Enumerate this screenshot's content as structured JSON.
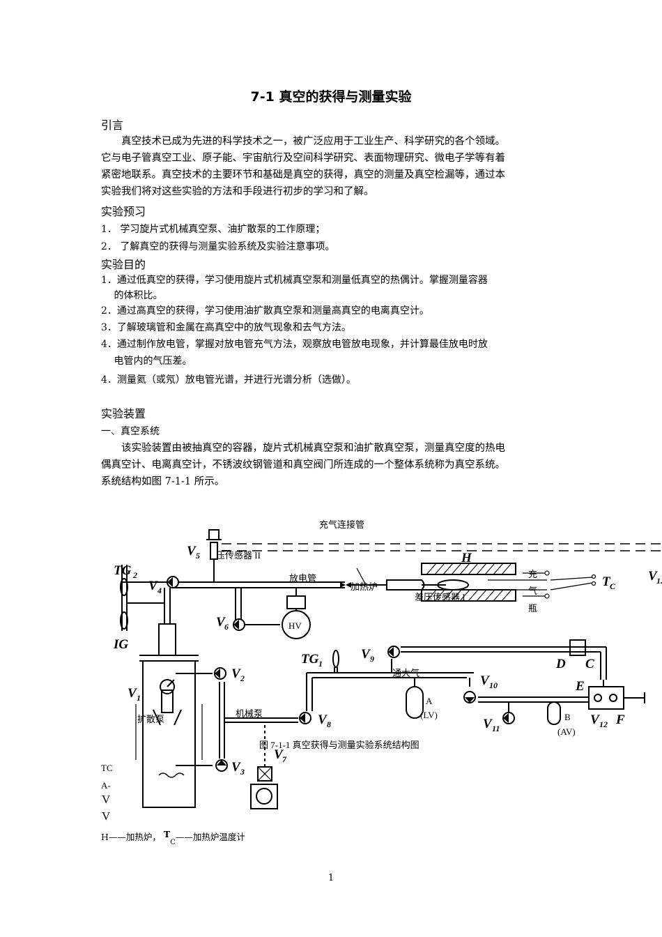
{
  "title": "7-1  真空的获得与测量实验",
  "intro": {
    "heading": "引言",
    "lines": [
      "　　真空技术已成为先进的科学技术之一，被广泛应用于工业生产、科学研究的各个领域。",
      "它与电子管真空工业、原子能、宇宙航行及空间科学研究、表面物理研究、微电子学等有着",
      "紧密地联系。真空技术的主要环节和基础是真空的获得，真空的测量及真空检漏等，通过本",
      "实验我们将对这些实验的方法和手段进行初步的学习和了解。"
    ]
  },
  "preview": {
    "heading": "实验预习",
    "items": [
      "1．  学习旋片式机械真空泵、油扩散泵的工作原理；",
      "2．  了解真空的获得与测量实验系统及实验注意事项。"
    ]
  },
  "purpose": {
    "heading": "实验目的",
    "items": [
      "1．通过低真空的获得，学习使用旋片式机械真空泵和测量低真空的热偶计。掌握测量容器",
      "　 的体积比。",
      "2．通过高真空的获得，学习使用油扩散真空泵和测量高真空的电离真空计。",
      "3．了解玻璃管和金属在高真空中的放气现象和去气方法。",
      "4．通过制作放电管，掌握对放电管充气方法，观察放电管放电现象，并计算最佳放电时放",
      "　 电管内的气压差。",
      "4．测量氦（或氖）放电管光谱，并进行光谱分析（选做）。"
    ]
  },
  "apparatus": {
    "heading": "实验装置",
    "subheading": "一、真空系统",
    "lines": [
      "　　该实验装置由被抽真空的容器，旋片式机械真空泵和油扩散真空泵，测量真空度的热电",
      "偶真空计、电离真空计，不锈波纹钢管道和真空阀门所连成的一个整体系统称为真空系统。",
      "系统结构如图 7-1-1 所示。"
    ]
  },
  "figure": {
    "caption": "图 7-1-1  真空获得与测量实验系统结构图",
    "labels": {
      "gas_pipe": "充气连接管",
      "sensor2": "压传感器 II",
      "discharge_tube": "放电管",
      "heating_furnace": "加热炉",
      "diff_sensor": "差压传感器 I",
      "gas_bottle_1": "充",
      "gas_bottle_2": "气",
      "gas_bottle_3": "瓶",
      "to_air": "通大气",
      "mech_pump": "机械泵",
      "diff_pump": "扩散泵",
      "HV": "HV",
      "A": "A",
      "LV": "(LV)",
      "B": "B",
      "AV": "(AV)",
      "H": "H",
      "D": "D",
      "C": "C",
      "E": "E",
      "F": "F",
      "TG2": "TG",
      "TG2_sub": "2",
      "IG": "IG",
      "TG1": "TG",
      "TG1_sub": "1",
      "Tc": "T",
      "Tc_sub": "C",
      "V1": "V",
      "V1_sub": "1",
      "V2": "V",
      "V2_sub": "2",
      "V3": "V",
      "V3_sub": "3",
      "V4": "V",
      "V4_sub": "4",
      "V5": "V",
      "V5_sub": "5",
      "V6": "V",
      "V6_sub": "6",
      "V7": "V",
      "V7_sub": "7",
      "V8": "V",
      "V8_sub": "8",
      "V9": "V",
      "V9_sub": "9",
      "V10": "V",
      "V10_sub": "10",
      "V11": "V",
      "V11_sub": "11",
      "V12": "V",
      "V12_sub": "12",
      "V13": "V",
      "V13_sub": "1.",
      "frag_TC": "TC",
      "frag_A": "A-",
      "frag_V1": "V",
      "frag_V2": "V"
    }
  },
  "legend_line": {
    "part1": "H——加热炉，",
    "tc_T": "T",
    "tc_sub": "C",
    "part2": "——加热炉温度计"
  },
  "page_number": "1"
}
